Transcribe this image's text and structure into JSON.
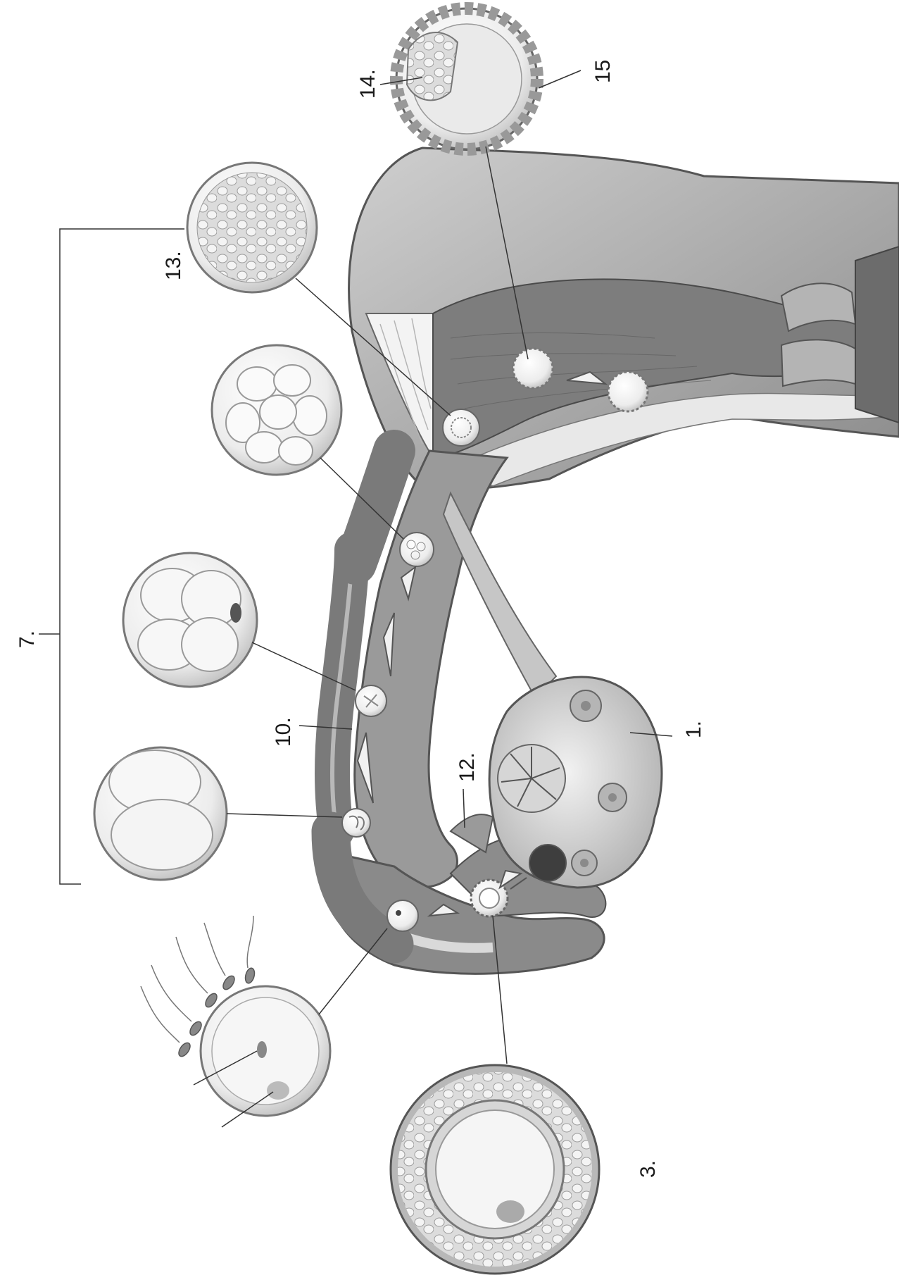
{
  "labels": {
    "l1": "1.",
    "l3": "3.",
    "l7": "7.",
    "l10": "10.",
    "l12": "12.",
    "l13": "13.",
    "l14": "14.",
    "l15": "15"
  }
}
